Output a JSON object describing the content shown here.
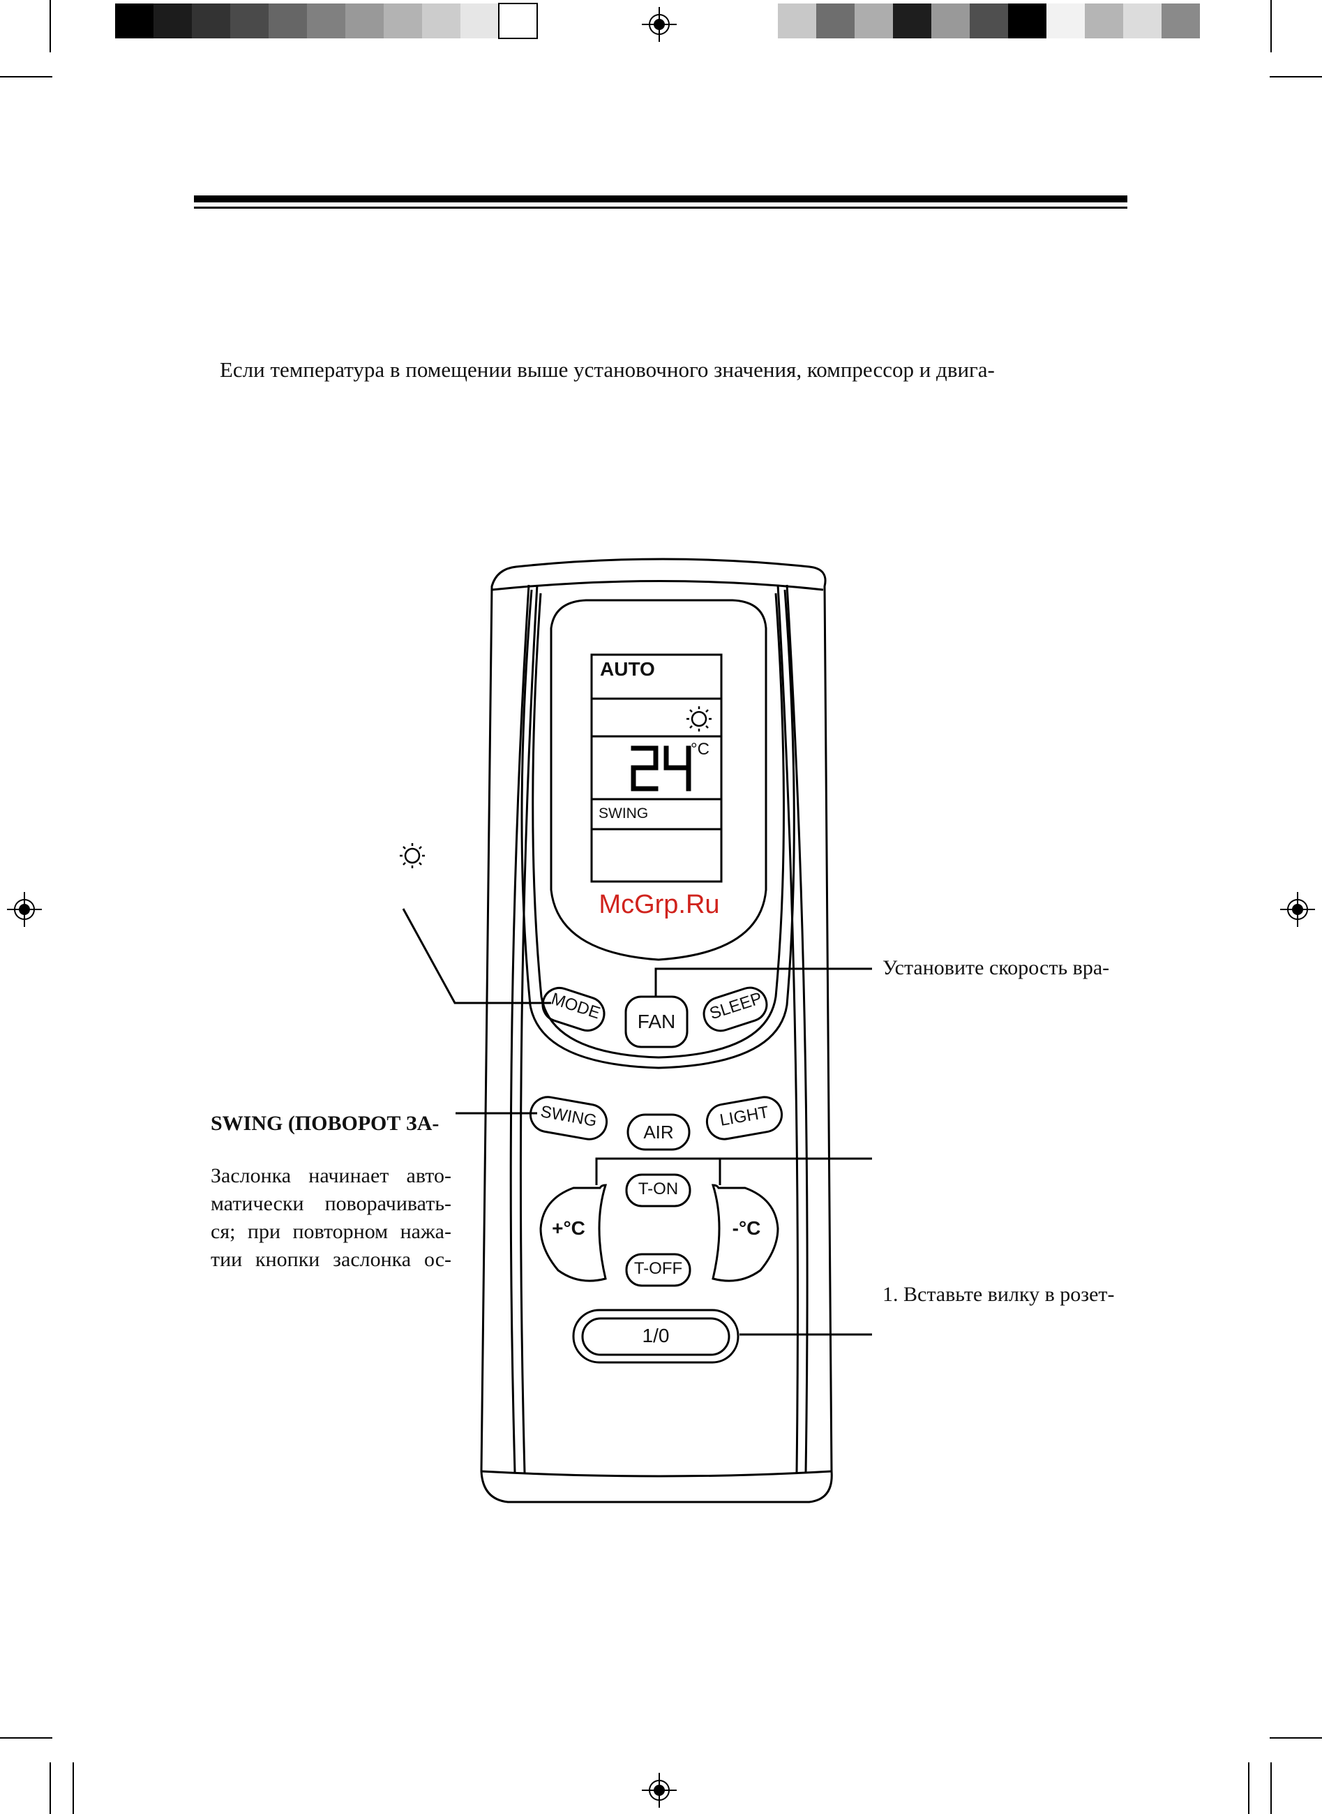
{
  "intro_text": "Если температура в помещении выше установочного значения, компрессор и двига-",
  "callouts": {
    "fan_speed": "Установите скорость вра-",
    "power": "1. Вставьте вилку в розет-",
    "swing_heading": "SWING (ПОВОРОТ ЗА-",
    "swing_lines": [
      "Заслонка начинает авто-",
      "матически поворачивать-",
      "ся; при повторном нажа-",
      "тии кнопки заслонка ос-"
    ]
  },
  "remote": {
    "display": {
      "mode": "AUTO",
      "temperature": "24",
      "unit": "°C",
      "swing": "SWING"
    },
    "buttons": {
      "mode": "MODE",
      "fan": "FAN",
      "sleep": "SLEEP",
      "swing": "SWING",
      "air": "AIR",
      "light": "LIGHT",
      "t_on": "T-ON",
      "t_off": "T-OFF",
      "temp_up": "+°C",
      "temp_down": "-°C",
      "power": "1/0"
    }
  },
  "watermark": "McGrp.Ru",
  "colors": {
    "watermark": "#d0231d",
    "ink": "#111111"
  },
  "icons": [
    "sun-icon",
    "registration-mark-icon"
  ]
}
